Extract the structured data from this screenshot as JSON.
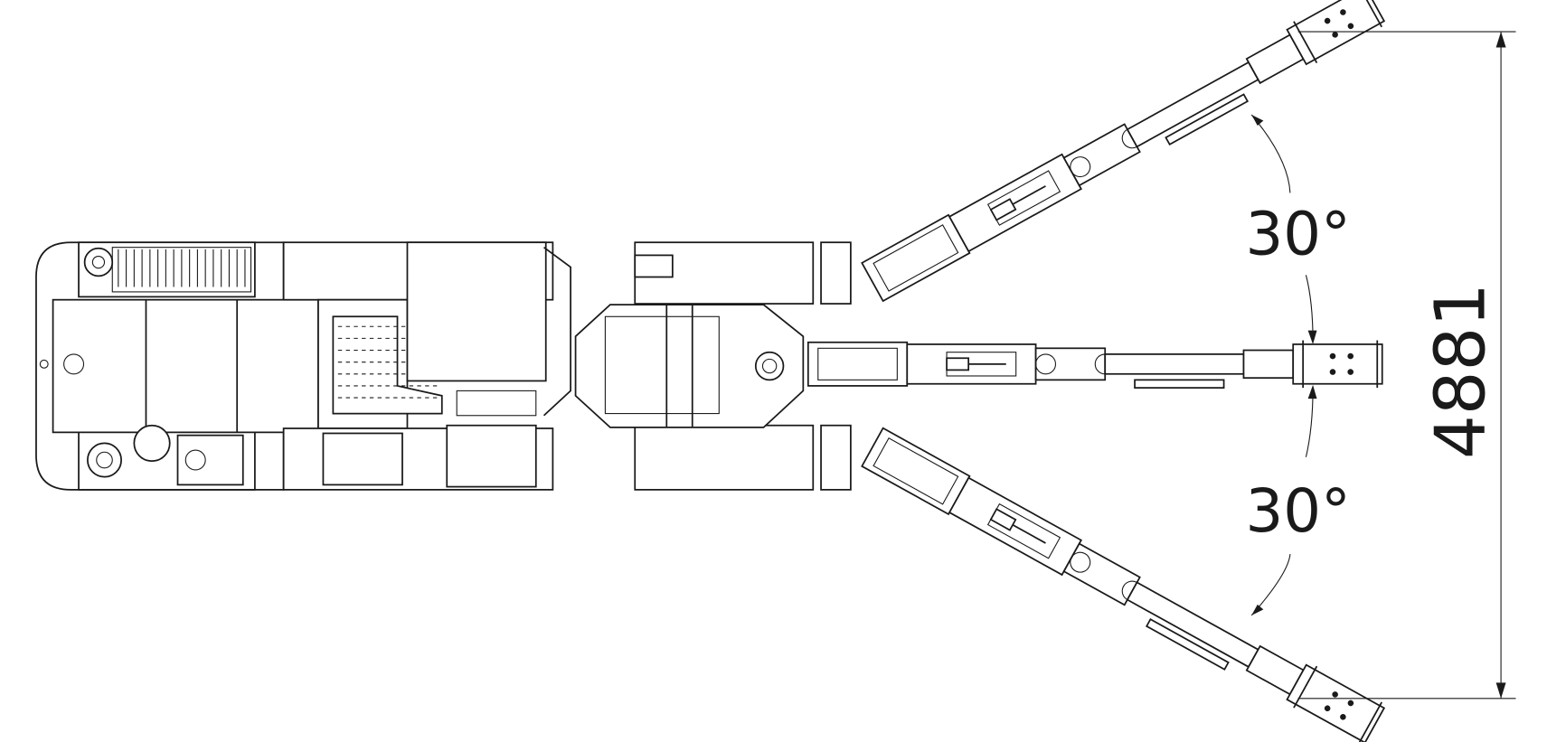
{
  "drawing": {
    "upper_angle_label": "30°",
    "lower_angle_label": "30°",
    "overall_width_label": "4881"
  },
  "colors": {
    "line": "#1a1a1a",
    "background": "#ffffff"
  }
}
